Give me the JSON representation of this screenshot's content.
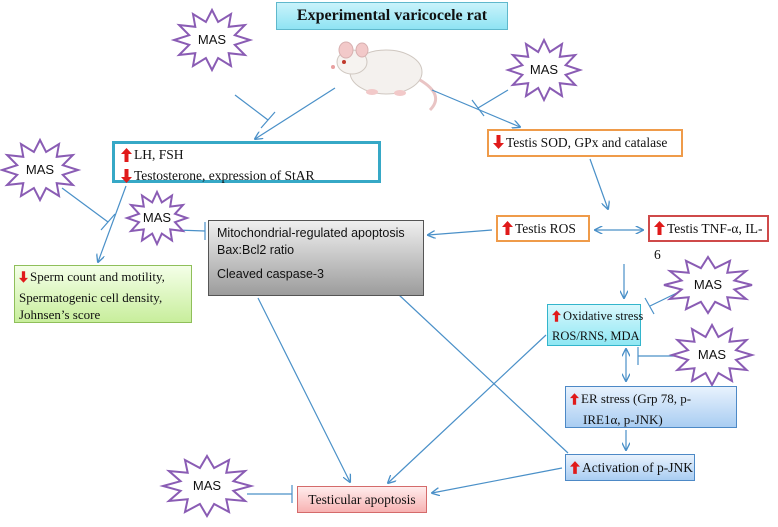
{
  "title": "Experimental varicocele rat",
  "mas_label": "MAS",
  "boxes": {
    "hormones": {
      "line1": "LH, FSH",
      "line2": "Testosterone, expression of StAR"
    },
    "antioxidants": {
      "text": "Testis SOD, GPx and catalase"
    },
    "mito_apoptosis": {
      "line1": "Mitochondrial-regulated apoptosis",
      "line2": "Bax:Bcl2 ratio",
      "line3": "Cleaved caspase-3"
    },
    "testis_ros": {
      "text": "Testis ROS"
    },
    "cytokines": {
      "text": "Testis TNF-α, IL-6"
    },
    "sperm": {
      "line1": "Sperm count and motility,",
      "line2": "Spermatogenic cell density,",
      "line3": "Johnsen’s score"
    },
    "oxidative_stress": {
      "line1": "Oxidative stress",
      "line2": "ROS/RNS, MDA"
    },
    "er_stress": {
      "line1": "ER stress (Grp 78, p-",
      "line2": "IRE1α, p-JNK)"
    },
    "jnk": {
      "text": "Activation of p-JNK"
    },
    "testicular_apoptosis": {
      "text": "Testicular apoptosis"
    }
  },
  "colors": {
    "arrow": "#4a90c8",
    "inhibitor": "#4a90c8",
    "mas_star": "#8a5cb4",
    "up_arrow": "#e01a1a",
    "down_arrow": "#e01a1a"
  },
  "icons": {
    "rat": "rat-image",
    "up": "red-up-arrow-icon",
    "down": "red-down-arrow-icon",
    "star": "mas-star-burst"
  }
}
